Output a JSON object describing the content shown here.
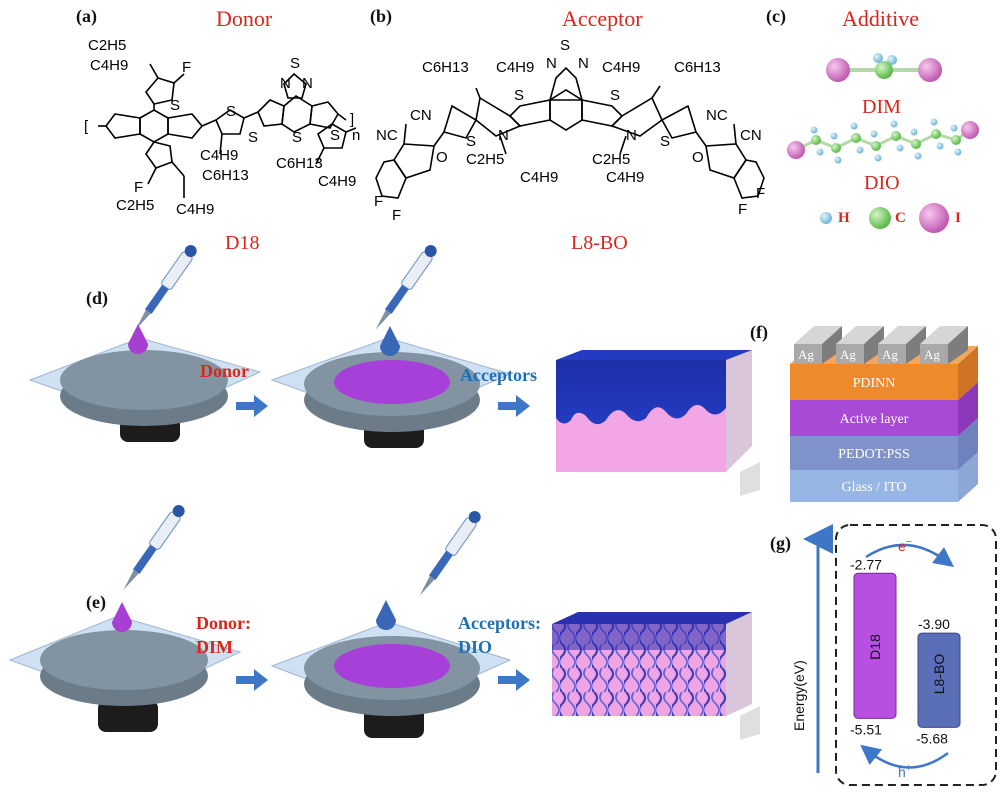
{
  "panels": {
    "a": "(a)",
    "b": "(b)",
    "c": "(c)",
    "d": "(d)",
    "e": "(e)",
    "f": "(f)",
    "g": "(g)"
  },
  "titles": {
    "donor": "Donor",
    "acceptor": "Acceptor",
    "additive": "Additive"
  },
  "molecules": {
    "d18": "D18",
    "l8bo": "L8-BO",
    "dim": "DIM",
    "dio": "DIO"
  },
  "atoms_legend": {
    "h": "H",
    "c": "C",
    "i": "I"
  },
  "donor_struct": {
    "c2h5": "C2H5",
    "c4h9": "C4H9",
    "c6h13": "C6H13",
    "f": "F",
    "s": "S",
    "n": "N",
    "n_sub": "n"
  },
  "acceptor_struct": {
    "c6h13": "C6H13",
    "c4h9": "C4H9",
    "c2h5": "C2H5",
    "nc": "NC",
    "cn": "CN",
    "o": "O",
    "f": "F",
    "s": "S",
    "n": "N"
  },
  "process_d": {
    "step1": "Donor",
    "step2": "Acceptors"
  },
  "process_e": {
    "step1_line1": "Donor:",
    "step1_line2": "DIM",
    "step2_line1": "Acceptors:",
    "step2_line2": "DIO"
  },
  "device_f": {
    "electrodes": [
      "Ag",
      "Ag",
      "Ag",
      "Ag"
    ],
    "layers": [
      "PDINN",
      "Active layer",
      "PEDOT:PSS",
      "Glass / ITO"
    ]
  },
  "energy_g": {
    "axis_label": "Energy(eV)",
    "electron": "e",
    "hole": "h",
    "donor": {
      "name": "D18",
      "lumo": -2.77,
      "homo": -5.51,
      "lumo_label": "-2.77",
      "homo_label": "-5.51"
    },
    "acceptor": {
      "name": "L8-BO",
      "lumo": -3.9,
      "homo": -5.68,
      "lumo_label": "-3.90",
      "homo_label": "-5.68"
    }
  },
  "colors": {
    "label_red": "#d9261c",
    "label_blue": "#1f6fb5",
    "donor_purple": "#b84fe0",
    "acceptor_blue": "#5a6fb8",
    "pdinn_orange": "#ee8a2c",
    "active_purple": "#a84ad6",
    "pedot_blue": "#7f92c9",
    "ito_blue": "#98b6e4",
    "silver": "#a9a9a9"
  }
}
